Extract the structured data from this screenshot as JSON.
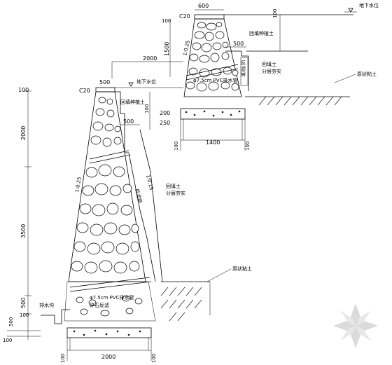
{
  "upper_wall": {
    "top_label": "C20",
    "top_width": "600",
    "cap_height": "100",
    "water_level": "地下水位",
    "height_1500": "1500",
    "slope_ratio": "1:0.25",
    "step_width": "500",
    "backfill_note": "回填种植土",
    "layered_fill_note": "回填土\n分层夯实",
    "back_drain": "反滤层",
    "drain_pipe": "φ7.5cm PVC排水管",
    "top_right_100": "100",
    "base_height_200": "200",
    "base_height_250": "250",
    "base_width": "1400",
    "base_margin_left": "100",
    "base_margin_right": "100",
    "ground_note": "原状粘土"
  },
  "lower_wall": {
    "top_label": "C20",
    "top_width": "500",
    "offset_2000": "2000",
    "cap_height": "100",
    "water_level": "地下水位",
    "backfill_note": "回填种植土",
    "height_100": "100",
    "step_width": "500",
    "slope_label": "1:0.25",
    "back_slope_label": "1:0.15",
    "back_drain": "反滤层",
    "layered_fill_note": "回填土\n分层夯实",
    "height_2000": "2000",
    "height_3500": "3500",
    "height_500": "500",
    "drain_ditch": "排水沟",
    "drain_pipe": "φ7.5cm PVC排水管",
    "gravel_note": "碎石反滤",
    "foot_500": "500",
    "foot_100_a": "100",
    "foot_100_b": "100",
    "base_width": "2000",
    "base_margin_left": "100",
    "base_margin_right": "100",
    "ground_note": "原状粘土"
  }
}
